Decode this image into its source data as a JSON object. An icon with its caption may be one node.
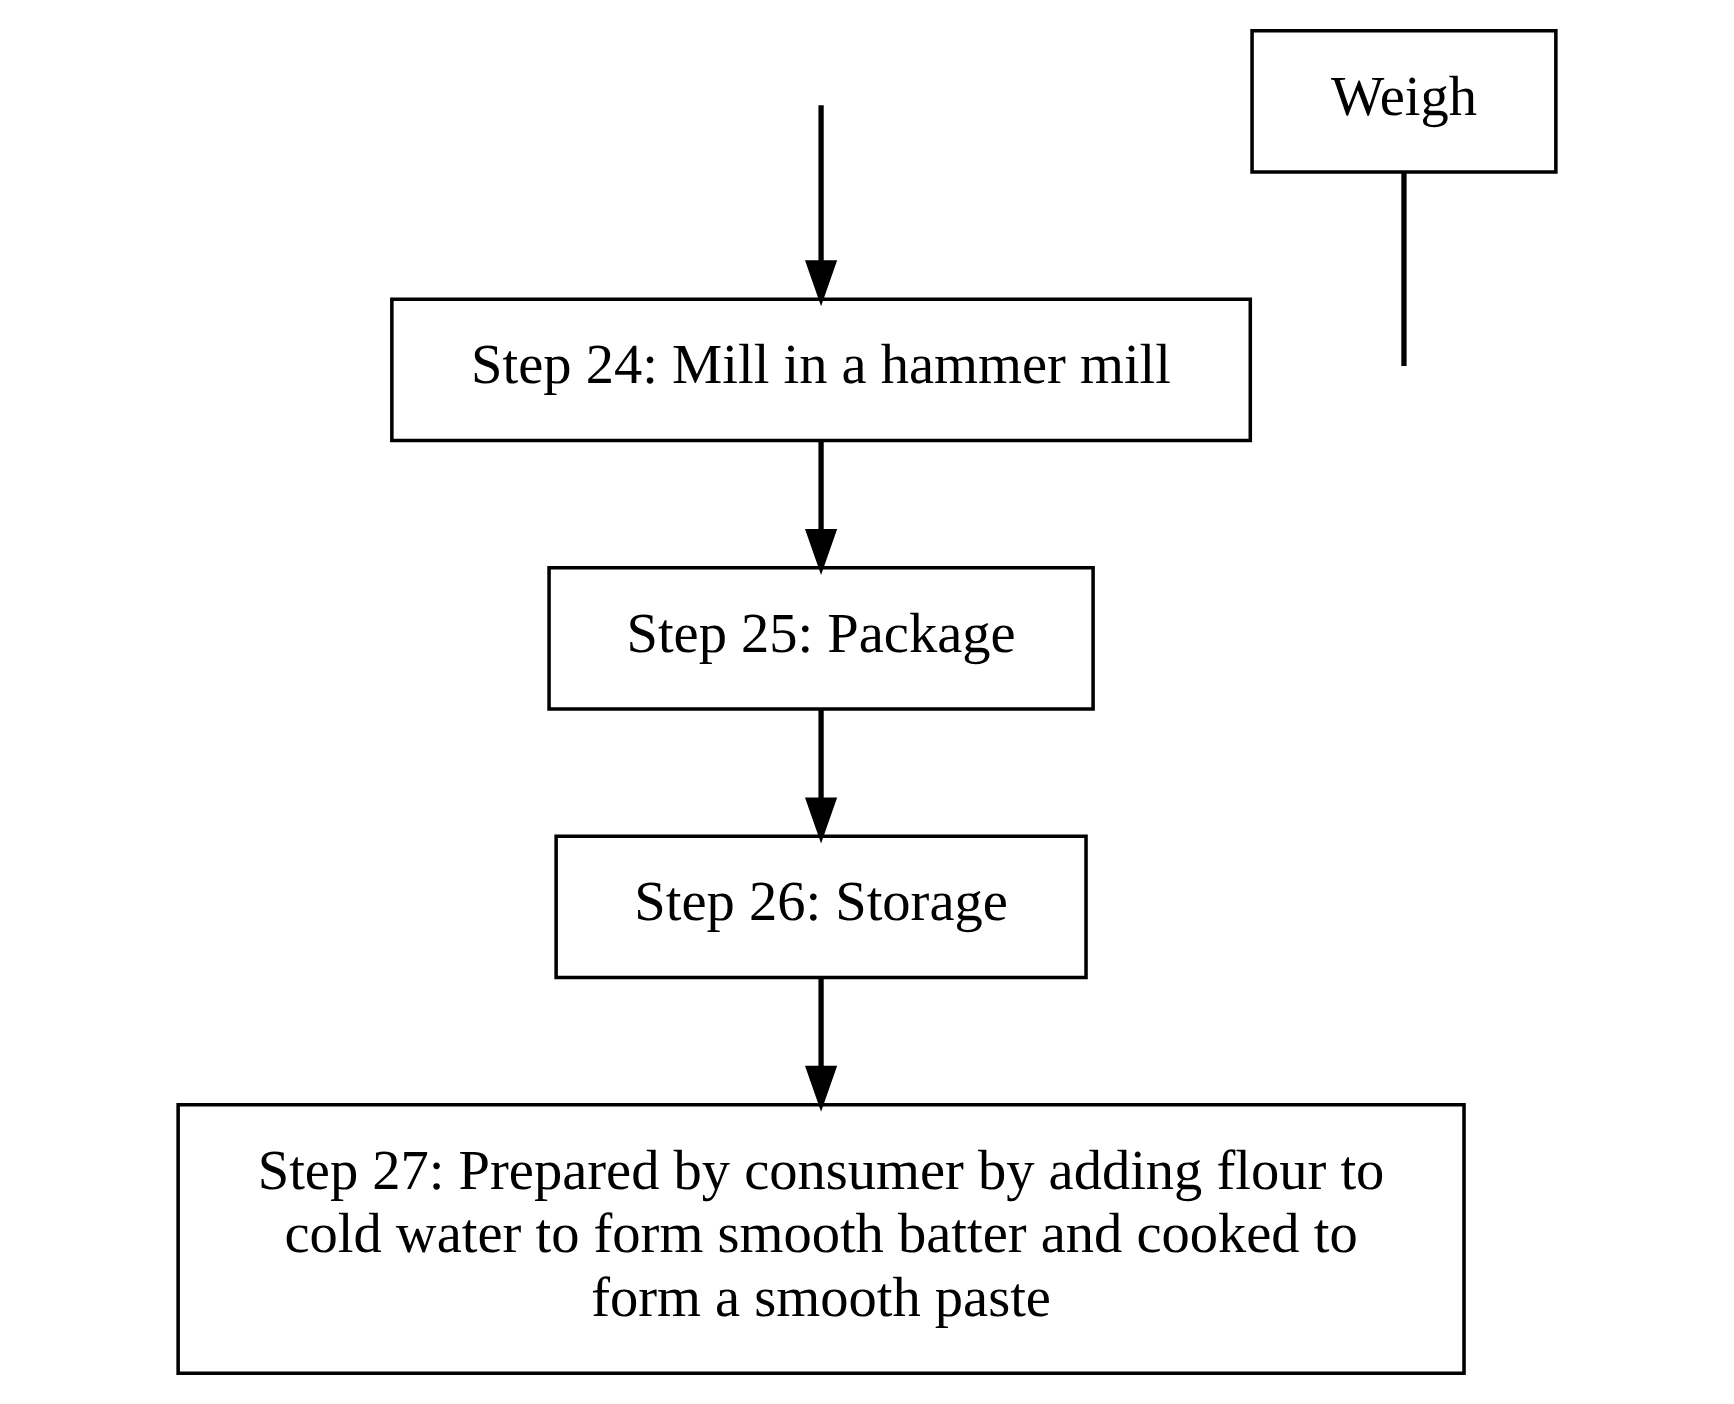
{
  "diagram": {
    "nodes": [
      {
        "text": [
          "Step 24: Mill in a hammer mill"
        ]
      },
      {
        "text": [
          "Weigh"
        ]
      },
      {
        "text": [
          "Step 25: Package"
        ]
      },
      {
        "text": [
          "Step 26: Storage"
        ]
      },
      {
        "text": [
          "Step 27: Prepared by consumer by adding flour to cold water to form smooth batter and cooked to form a smooth paste"
        ]
      }
    ],
    "edges": [
      {
        "from": null,
        "to": 0,
        "arrow": "to"
      },
      {
        "from": 0,
        "to": 2,
        "arrow": "to"
      },
      {
        "from": 1,
        "to": null,
        "arrow": "none"
      },
      {
        "from": 2,
        "to": 3,
        "arrow": "to"
      },
      {
        "from": 3,
        "to": 4,
        "arrow": "to"
      }
    ]
  }
}
